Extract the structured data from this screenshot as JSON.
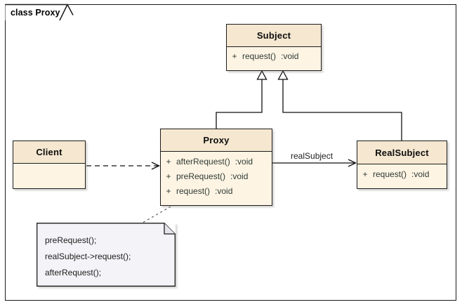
{
  "diagram": {
    "frame_title": "class Proxy",
    "type": "uml-class-diagram",
    "background": "#ffffff",
    "colors": {
      "class_header_fill": "#f5e7d0",
      "class_body_fill": "#fdf4e4",
      "class_border": "#1c1c1c",
      "note_fill": "#f4f4f8",
      "note_border": "#1c1c1c",
      "member_text": "#2f3b33",
      "title_text": "#0d0d0d"
    },
    "classes": [
      {
        "id": "subject",
        "name": "Subject",
        "members": [
          {
            "visibility": "+",
            "name": "request()",
            "type": ":void"
          }
        ]
      },
      {
        "id": "proxy",
        "name": "Proxy",
        "members": [
          {
            "visibility": "+",
            "name": "afterRequest()",
            "type": ":void"
          },
          {
            "visibility": "+",
            "name": "preRequest()",
            "type": ":void"
          },
          {
            "visibility": "+",
            "name": "request()",
            "type": ":void"
          }
        ]
      },
      {
        "id": "realsubject",
        "name": "RealSubject",
        "members": [
          {
            "visibility": "+",
            "name": "request()",
            "type": ":void"
          }
        ]
      },
      {
        "id": "client",
        "name": "Client",
        "members": []
      }
    ],
    "note": {
      "lines": [
        "preRequest();",
        "realSubject->request();",
        "afterRequest();"
      ],
      "attached_to": "proxy"
    },
    "relationships": [
      {
        "id": "proxy-generalization",
        "kind": "generalization",
        "from": "proxy",
        "to": "subject",
        "label": ""
      },
      {
        "id": "realsubject-generalization",
        "kind": "generalization",
        "from": "realsubject",
        "to": "subject",
        "label": ""
      },
      {
        "id": "proxy-realsubject-association",
        "kind": "association",
        "from": "proxy",
        "to": "realsubject",
        "label": "realSubject"
      },
      {
        "id": "client-proxy-dependency",
        "kind": "dependency",
        "from": "client",
        "to": "proxy",
        "label": ""
      },
      {
        "id": "note-anchor",
        "kind": "note-link",
        "from": "note",
        "to": "proxy",
        "label": ""
      }
    ]
  }
}
